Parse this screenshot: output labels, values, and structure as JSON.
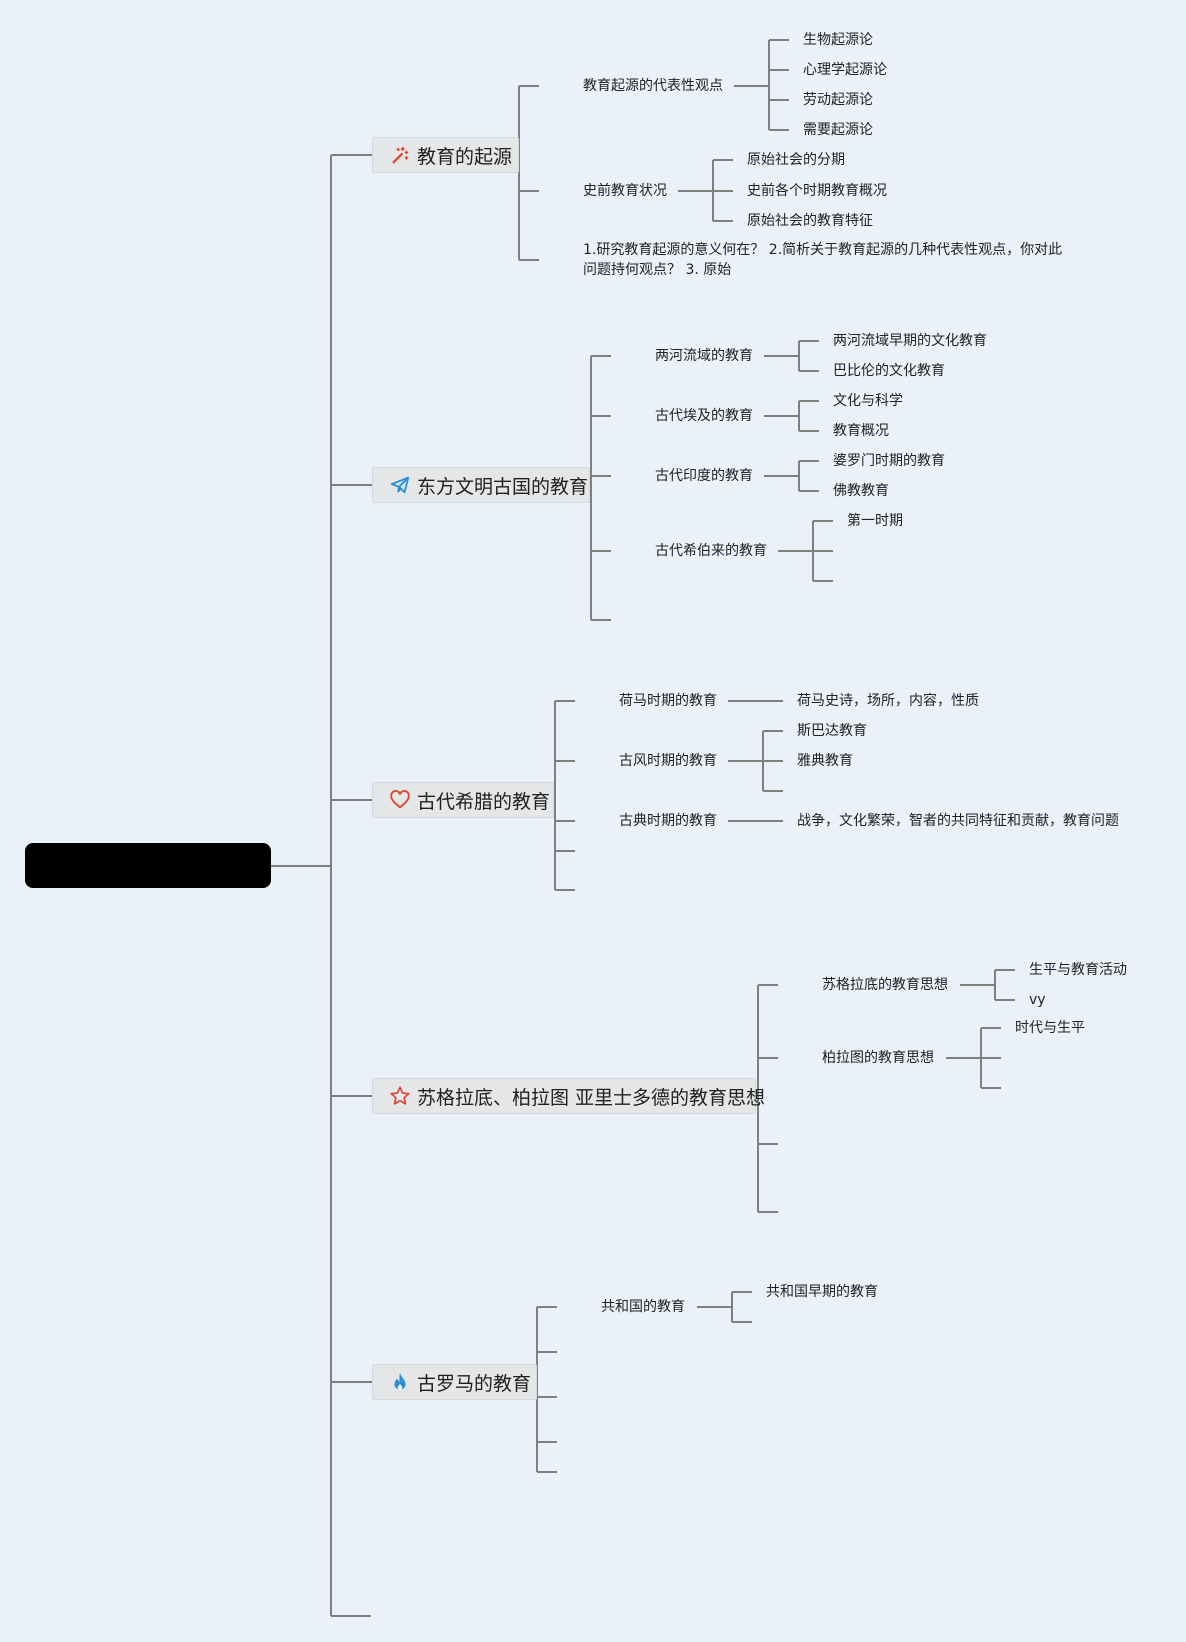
{
  "root": {
    "label": ""
  },
  "branches": [
    {
      "title": "教育的起源",
      "icon": "magic-wand-icon",
      "children": [
        {
          "label": "教育起源的代表性观点",
          "children": [
            "生物起源论",
            "心理学起源论",
            "劳动起源论",
            "需要起源论"
          ]
        },
        {
          "label": "史前教育状况",
          "children": [
            "原始社会的分期",
            "史前各个时期教育概况",
            "原始社会的教育特征"
          ]
        },
        {
          "label": "1.研究教育起源的意义何在？ 2.简析关于教育起源的几种代表性观点，你对此问题持何观点？ 3. 原始",
          "children": []
        }
      ]
    },
    {
      "title": "东方文明古国的教育",
      "icon": "paper-plane-icon",
      "children": [
        {
          "label": "两河流域的教育",
          "children": [
            "两河流域早期的文化教育",
            "巴比伦的文化教育"
          ]
        },
        {
          "label": "古代埃及的教育",
          "children": [
            "文化与科学",
            "教育概况"
          ]
        },
        {
          "label": "古代印度的教育",
          "children": [
            "婆罗门时期的教育",
            "佛教教育"
          ]
        },
        {
          "label": "古代希伯来的教育",
          "children": [
            "第一时期",
            "",
            ""
          ]
        },
        {
          "label": "",
          "children": []
        }
      ]
    },
    {
      "title": "古代希腊的教育",
      "icon": "heart-icon",
      "children": [
        {
          "label": "荷马时期的教育",
          "children": [
            "荷马史诗，场所，内容，性质"
          ]
        },
        {
          "label": "古风时期的教育",
          "children": [
            "斯巴达教育",
            "雅典教育",
            ""
          ]
        },
        {
          "label": "古典时期的教育",
          "children": [
            "战争，文化繁荣，智者的共同特征和贡献，教育问题"
          ]
        },
        {
          "label": "",
          "children": []
        },
        {
          "label": "",
          "children": []
        }
      ]
    },
    {
      "title": "苏格拉底、柏拉图 亚里士多德的教育思想",
      "icon": "star-icon",
      "children": [
        {
          "label": "苏格拉底的教育思想",
          "children": [
            "生平与教育活动",
            "vy"
          ]
        },
        {
          "label": "柏拉图的教育思想",
          "children": [
            "时代与生平",
            "",
            ""
          ]
        },
        {
          "label": "",
          "children": []
        },
        {
          "label": "",
          "children": []
        }
      ]
    },
    {
      "title": "古罗马的教育",
      "icon": "flame-icon",
      "children": [
        {
          "label": "共和国的教育",
          "children": [
            "共和国早期的教育",
            ""
          ]
        },
        {
          "label": "",
          "children": []
        },
        {
          "label": "",
          "children": []
        },
        {
          "label": "",
          "children": []
        },
        {
          "label": "",
          "children": []
        }
      ]
    },
    {
      "title": "",
      "icon": "",
      "children": []
    }
  ],
  "colors": {
    "background": "#eaf1f8",
    "line": "#7f7f7f",
    "root": "#000000",
    "branch_bg": "#e4e6e8"
  }
}
